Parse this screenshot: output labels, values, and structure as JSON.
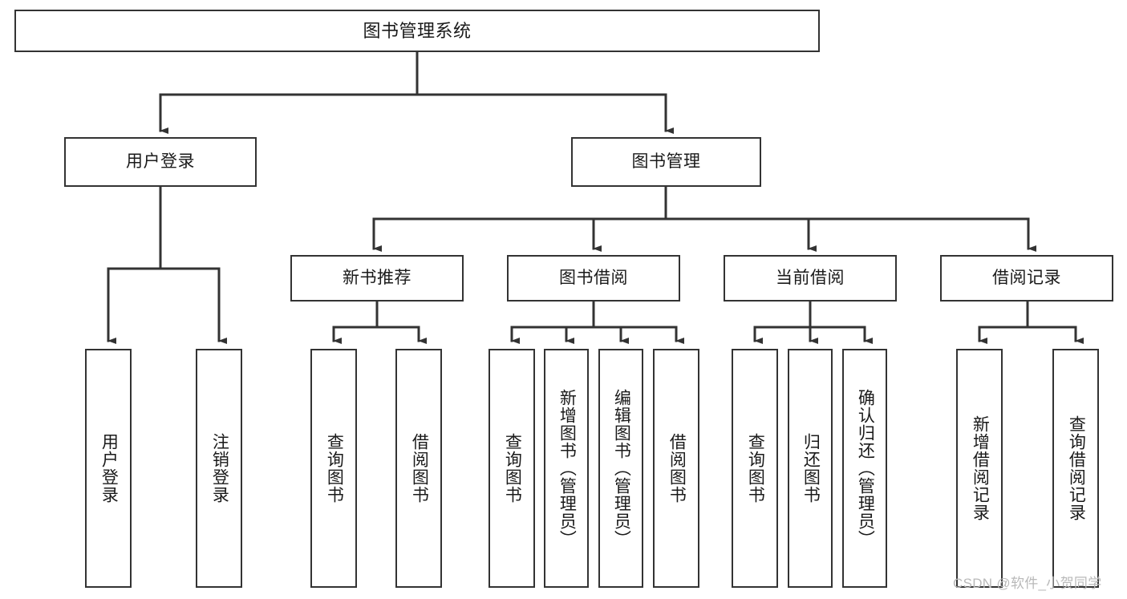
{
  "diagram": {
    "type": "tree-flowchart",
    "title": "图书管理系统",
    "background_color": "#ffffff",
    "node_border_color": "#333333",
    "edge_color": "#333333",
    "text_color": "#1a1a1a",
    "levels": 4,
    "root": {
      "label": "图书管理系统",
      "orientation": "horizontal"
    },
    "level2": [
      {
        "label": "用户登录",
        "orientation": "horizontal"
      },
      {
        "label": "图书管理",
        "orientation": "horizontal"
      }
    ],
    "level3": [
      {
        "label": "新书推荐",
        "orientation": "horizontal",
        "parent": "图书管理"
      },
      {
        "label": "图书借阅",
        "orientation": "horizontal",
        "parent": "图书管理"
      },
      {
        "label": "当前借阅",
        "orientation": "horizontal",
        "parent": "图书管理"
      },
      {
        "label": "借阅记录",
        "orientation": "horizontal",
        "parent": "图书管理"
      }
    ],
    "leaves": {
      "用户登录": [
        {
          "label": "用户登录",
          "orientation": "vertical"
        },
        {
          "label": "注销登录",
          "orientation": "vertical"
        }
      ],
      "新书推荐": [
        {
          "label": "查询图书",
          "orientation": "vertical"
        },
        {
          "label": "借阅图书",
          "orientation": "vertical"
        }
      ],
      "图书借阅": [
        {
          "label": "查询图书",
          "orientation": "vertical"
        },
        {
          "label": "新增图书（管理员）",
          "orientation": "vertical"
        },
        {
          "label": "编辑图书（管理员）",
          "orientation": "vertical"
        },
        {
          "label": "借阅图书",
          "orientation": "vertical"
        }
      ],
      "当前借阅": [
        {
          "label": "查询图书",
          "orientation": "vertical"
        },
        {
          "label": "归还图书",
          "orientation": "vertical"
        },
        {
          "label": "确认归还（管理员）",
          "orientation": "vertical"
        }
      ],
      "借阅记录": [
        {
          "label": "新增借阅记录",
          "orientation": "vertical"
        },
        {
          "label": "查询借阅记录",
          "orientation": "vertical"
        }
      ]
    }
  },
  "watermark": {
    "text": "CSDN @软件_小贺同学"
  }
}
